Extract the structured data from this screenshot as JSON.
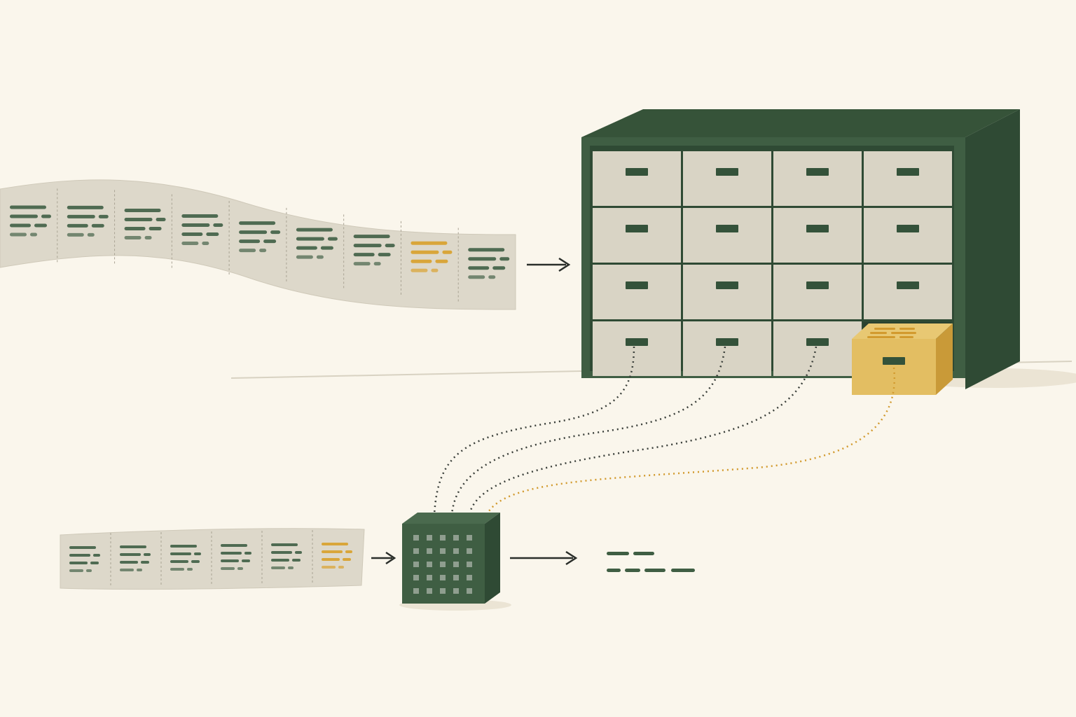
{
  "colors": {
    "background": "#faf6ec",
    "paper": "#ddd8ca",
    "paper_edge": "#cfc9b9",
    "ink_green": "#4f6b52",
    "cabinet_front": "#3f5e43",
    "cabinet_side": "#2f4a34",
    "cabinet_top": "#365339",
    "drawer_face": "#d9d4c5",
    "drawer_handle": "#34523a",
    "highlight_gold": "#d9a63a",
    "highlight_box": "#e3be62",
    "arrow": "#2a2e2a",
    "dotted_dark": "#3a3f3a"
  },
  "diagram": {
    "top_tape": {
      "cell_count": 9,
      "highlighted_cell": 8
    },
    "cabinet": {
      "rows": 4,
      "columns": 4,
      "open_drawer": {
        "row": 4,
        "column": 4
      }
    },
    "bottom_tape": {
      "cell_count": 6,
      "highlighted_cell": 6
    },
    "retrieval_links": {
      "dark_links": 3,
      "highlight_links": 1
    },
    "processor_cube": {
      "grid_rows": 5,
      "grid_columns": 5
    },
    "output_lines": 2
  }
}
